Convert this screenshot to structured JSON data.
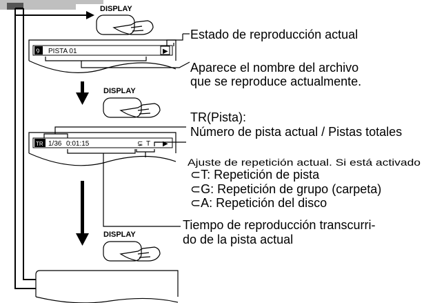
{
  "button_label": "DISPLAY",
  "screen1": {
    "icon": "Ꝯ",
    "track_text": "PISTA 01",
    "play_symbol": "▶"
  },
  "screen2": {
    "icon": "TR",
    "track_count": "1/36",
    "time": "0:01:15",
    "repeat_symbol": "⊊",
    "repeat_mode": "T",
    "play_symbol": "▶"
  },
  "annotations": {
    "status": "Estado de reproducción actual",
    "filename_line1": "Aparece el nombre del archivo",
    "filename_line2": "que se reproduce actualmente.",
    "track_line1": "TR(Pista):",
    "track_line2": "Número de pista actual / Pistas totales",
    "repeat_intro": "Ajuste de repetición actual. Si está activado",
    "repeat_track": "⊂T: Repetición de pista",
    "repeat_group": "⊂G: Repetición de grupo (carpeta)",
    "repeat_disc": "⊂A: Repetición del disco",
    "elapsed_line1": "Tiempo de reproducción transcurri-",
    "elapsed_line2": "do de la pista actual"
  }
}
